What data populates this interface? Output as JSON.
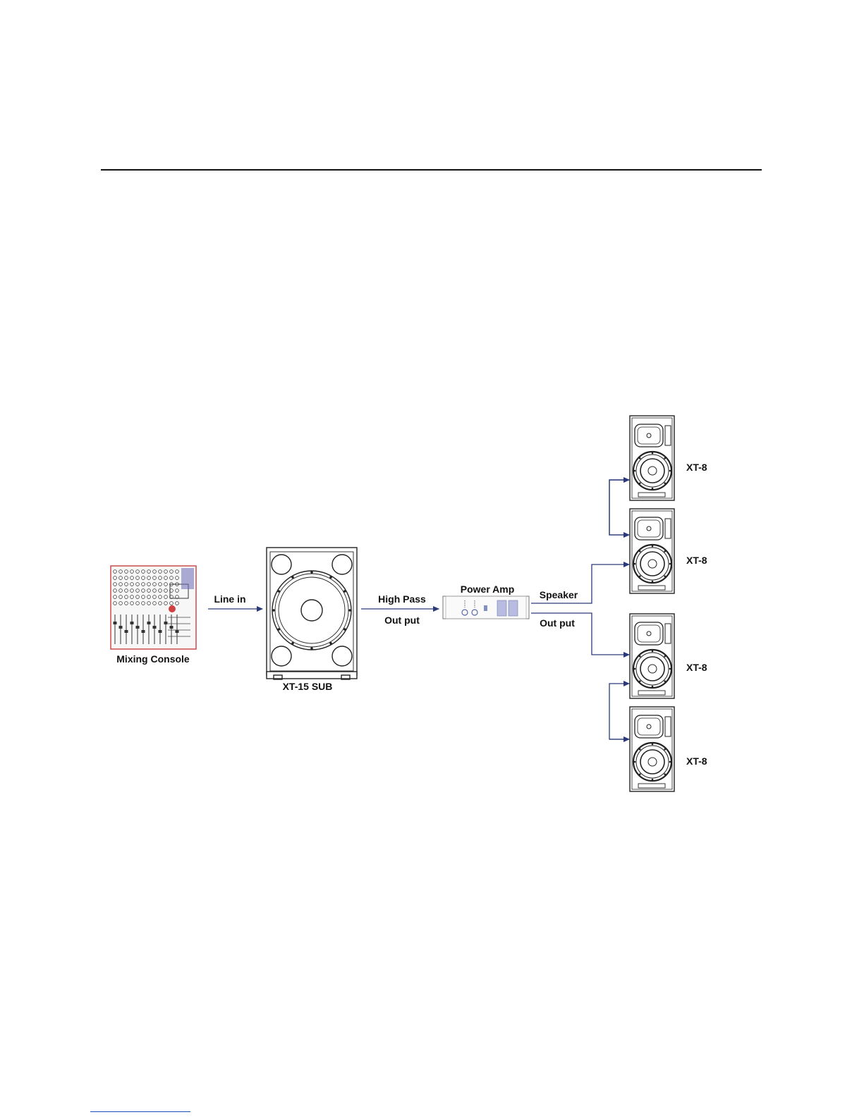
{
  "labels": {
    "mixer": "Mixing Console",
    "sub": "XT-15 SUB",
    "amp": "Power Amp",
    "line_in": "Line in",
    "high_pass": "High Pass",
    "out_put_1": "Out put",
    "speaker": "Speaker",
    "out_put_2": "Out put",
    "xt8": [
      "XT-8",
      "XT-8",
      "XT-8",
      "XT-8"
    ]
  },
  "colors": {
    "wire": "#2b3a7a",
    "mixer_frame": "#c94c4c",
    "mixer_knob": "#d04040"
  }
}
